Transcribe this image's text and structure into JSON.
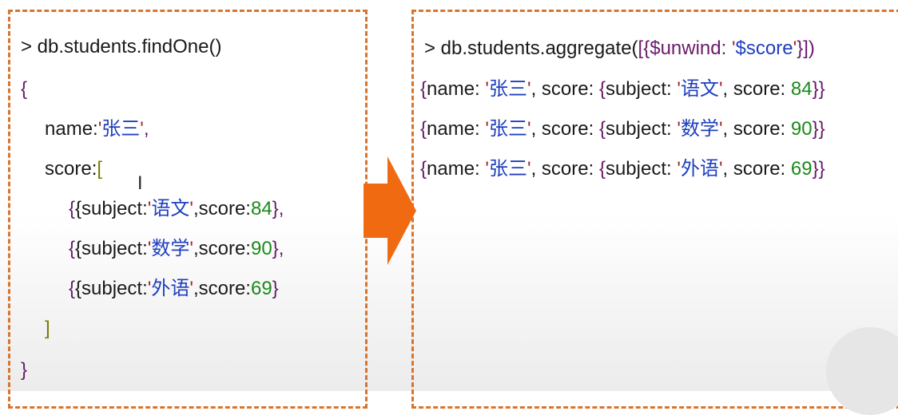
{
  "left": {
    "cmd": "> db.students.findOne()",
    "open_brace": "{",
    "name_key": "name:",
    "name_val": "张三",
    "score_key": "score:",
    "score_open": "[",
    "rows": [
      {
        "key1": "{subject:",
        "val": "语文",
        "key2": ",score:",
        "num": "84",
        "tail": "},"
      },
      {
        "key1": "{subject:",
        "val": "数学",
        "key2": ",score:",
        "num": "90",
        "tail": "},"
      },
      {
        "key1": "{subject:",
        "val": "外语",
        "key2": ",score:",
        "num": "69",
        "tail": "}"
      }
    ],
    "score_close": "]",
    "close_brace": "}"
  },
  "right": {
    "cmd_prefix": "> db.students.aggregate(",
    "cmd_arg_open": "[{$unwind: ",
    "cmd_arg_val": "$score",
    "cmd_arg_close": "}])",
    "rows": [
      {
        "name": "张三",
        "subject": "语文",
        "score": "84"
      },
      {
        "name": "张三",
        "subject": "数学",
        "score": "90"
      },
      {
        "name": "张三",
        "subject": "外语",
        "score": "69"
      }
    ]
  },
  "colors": {
    "border": "#d9742c",
    "arrow": "#f06a12",
    "string": "#1f3fbf",
    "number": "#1a8a1a"
  }
}
